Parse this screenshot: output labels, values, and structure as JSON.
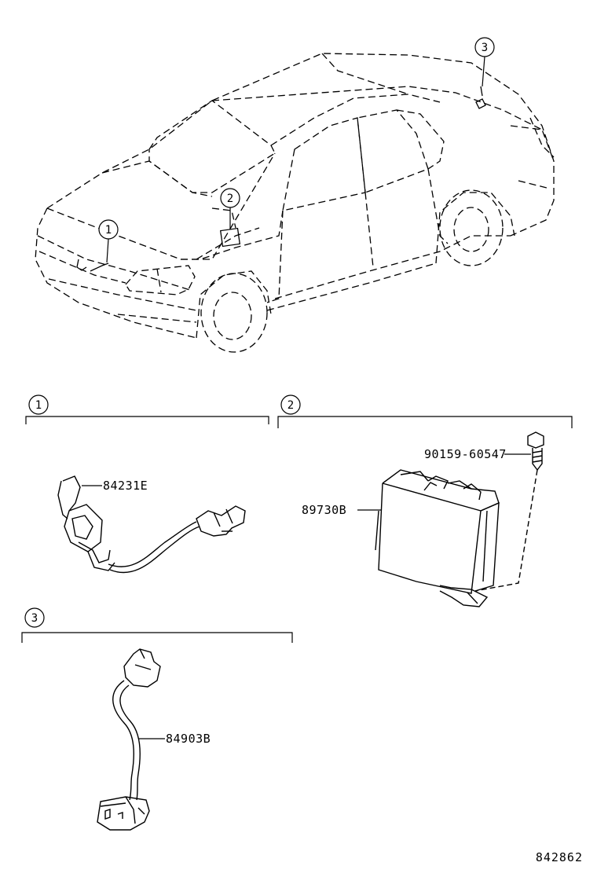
{
  "callouts": {
    "c1": "1",
    "c2": "2",
    "c3": "3"
  },
  "parts": {
    "p84231E": "84231E",
    "p89730B": "89730B",
    "p90159": "90159-60547",
    "p84903B": "84903B"
  },
  "diagram_id": "842862"
}
